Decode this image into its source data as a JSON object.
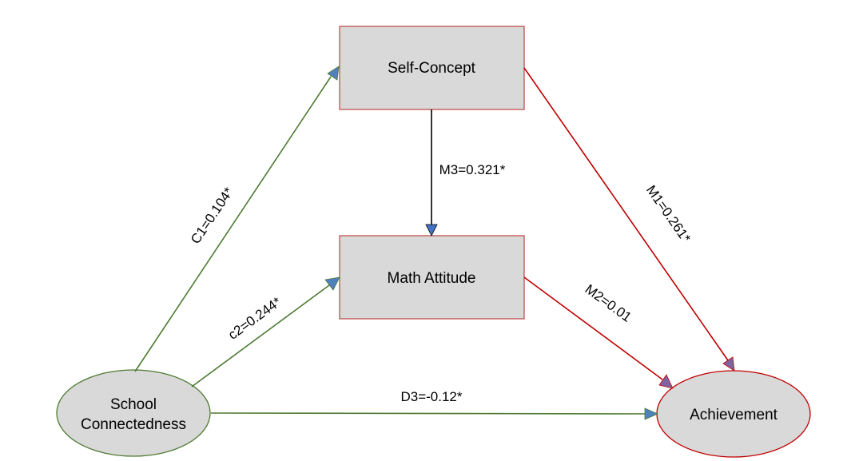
{
  "colors": {
    "node_fill": "#d9d9d9",
    "box_stroke": "#c0504d",
    "green_edge": "#4e7a32",
    "red_edge": "#c00000",
    "black_edge": "#000000",
    "green_arrowhead": "#4f81bd",
    "blue_arrowhead": "#4472c4",
    "red_arrowhead": "#8064a2"
  },
  "nodes": {
    "self_concept": "Self-Concept",
    "math_attitude": "Math Attitude",
    "school_connectedness_line1": "School",
    "school_connectedness_line2": "Connectedness",
    "achievement": "Achievement"
  },
  "edges": {
    "c1": "C1=0.104*",
    "c2": "c2=0.244*",
    "d3": "D3=-0.12*",
    "m3": "M3=0.321*",
    "m1": "M1=0.261*",
    "m2": "M2=0.01"
  }
}
